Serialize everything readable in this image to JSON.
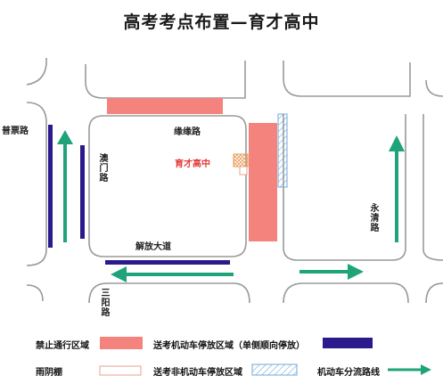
{
  "title": "高考考点布置—育才高中",
  "roads": {
    "north": "缘缘路",
    "west": "澳门路",
    "south": "解放大道",
    "far_west": "普票路",
    "east": "永清路",
    "south_branch": "三阳路"
  },
  "school": "育才高中",
  "legend": {
    "no_traffic": "禁止通行区域",
    "car_parking": "送考机动车停放区域（单侧顺向停放）",
    "canopy": "雨阴棚",
    "bike_parking": "送考非机动车停放区域",
    "diversion": "机动车分流路线"
  },
  "colors": {
    "no_traffic": "#f4837d",
    "parking": "#2a1a8c",
    "canopy_border": "#e8a08c",
    "canopy_fill": "#f6c08a",
    "bike_hatch": "#6fa8dc",
    "arrow": "#1fa37a",
    "road": "#9a9a9a"
  }
}
